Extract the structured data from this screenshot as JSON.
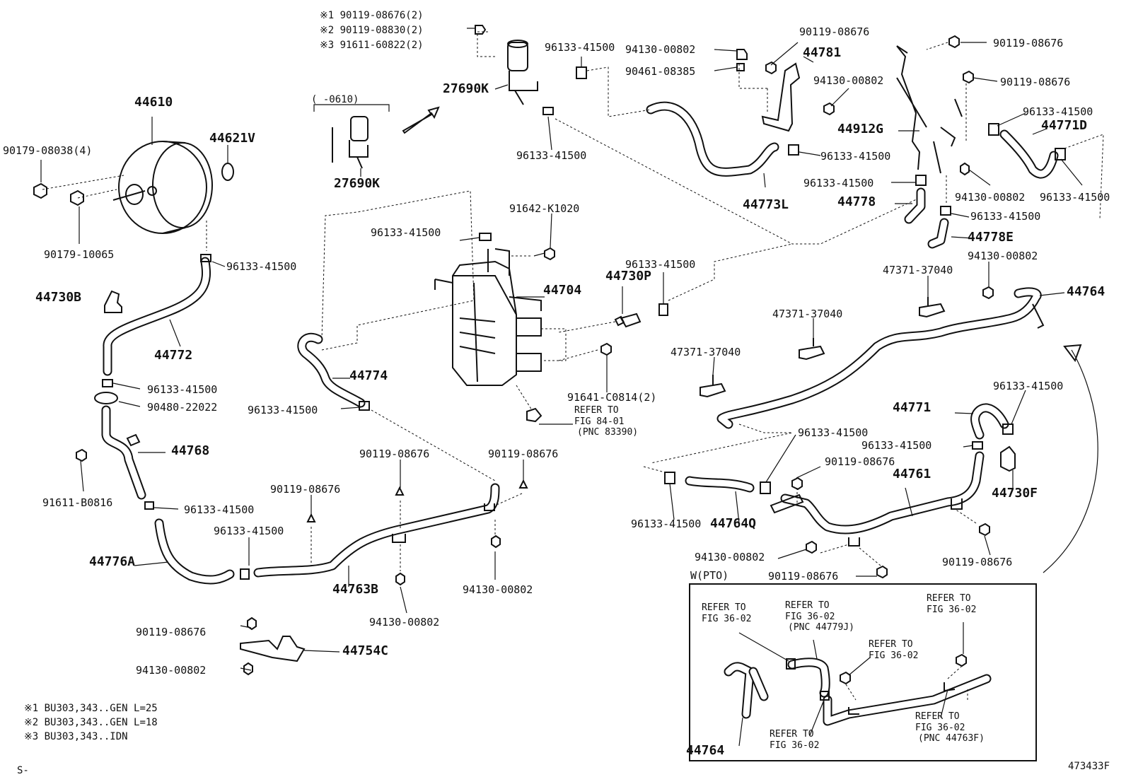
{
  "notes": {
    "n1": "※1 90119-08676(2)",
    "n2": "※2 90119-08830(2)",
    "n3": "※3 91611-60822(2)",
    "legend1": "※1 BU303,343..GEN L=25",
    "legend2": "※2 BU303,343..GEN L=18",
    "legend3": "※3 BU303,343..IDN",
    "range": "(     -0610)",
    "corner": "S-",
    "fig_id": "473433F"
  },
  "parts": {
    "p44610": "44610",
    "p44621V": "44621V",
    "p90179_08038": "90179-08038(4)",
    "p90179_10065": "90179-10065",
    "p44730B": "44730B",
    "p44772": "44772",
    "p90480": "90480-22022",
    "p44768": "44768",
    "p91611_B0816": "91611-B0816",
    "p44776A": "44776A",
    "p44763B": "44763B",
    "p44754C": "44754C",
    "p27690K_a": "27690K",
    "p27690K_b": "27690K",
    "p44704": "44704",
    "p91642": "91642-K1020",
    "p44730P": "44730P",
    "p91641": "91641-C0814(2)",
    "p44774": "44774",
    "p44773L": "44773L",
    "p44781": "44781",
    "p90461": "90461-08385",
    "p44912G": "44912G",
    "p44778": "44778",
    "p44778E": "44778E",
    "p44771D": "44771D",
    "p44764": "44764",
    "p47371_a": "47371-37040",
    "p47371_b": "47371-37040",
    "p47371_c": "47371-37040",
    "p44771": "44771",
    "p44761": "44761",
    "p44764Q": "44764Q",
    "p44730F": "44730F",
    "p44764_w": "44764",
    "w_pto": "W(PTO)"
  },
  "clamps": {
    "c1": "96133-41500",
    "c2": "96133-41500",
    "c3": "96133-41500",
    "c4": "96133-41500",
    "c5": "96133-41500",
    "c6": "96133-41500",
    "c7": "96133-41500",
    "c8": "96133-41500",
    "c9": "96133-41500",
    "c10": "96133-41500",
    "c11": "96133-41500",
    "c12": "96133-41500",
    "c13": "96133-41500",
    "c14": "96133-41500",
    "c15": "96133-41500",
    "c16": "96133-41500",
    "c17": "96133-41500",
    "c18": "96133-41500"
  },
  "bolts": {
    "b1": "90119-08676",
    "b2": "90119-08676",
    "b3": "90119-08676",
    "b4": "90119-08676",
    "b5": "90119-08676",
    "b6": "90119-08676",
    "b7": "90119-08676",
    "b8": "90119-08676",
    "b9": "90119-08676",
    "b10": "90119-08676"
  },
  "nuts": {
    "n1": "94130-00802",
    "n2": "94130-00802",
    "n3": "94130-00802",
    "n4": "94130-00802",
    "n5": "94130-00802",
    "n6": "94130-00802",
    "n7": "94130-00802",
    "n8": "94130-00802"
  },
  "refs": {
    "r1": "REFER TO",
    "r1b": "FIG 84-01",
    "r1c": "(PNC 83390)",
    "w1": "REFER TO",
    "w1b": "FIG 36-02",
    "w2": "REFER TO",
    "w2b": "FIG 36-02",
    "w2c": "(PNC 44779J)",
    "w3": "REFER TO",
    "w3b": "FIG 36-02",
    "w4": "REFER TO",
    "w4b": "FIG 36-02",
    "w5": "REFER TO",
    "w5b": "FIG 36-02",
    "w6": "REFER TO",
    "w6b": "FIG 36-02",
    "w6c": "(PNC 44763F)"
  }
}
